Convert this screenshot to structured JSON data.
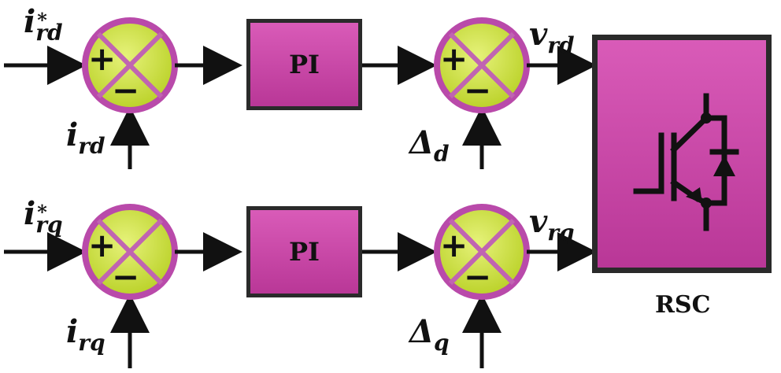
{
  "colors": {
    "block_fill": "#cc44a8",
    "block_border": "#222222",
    "summer_fill": "#cfe23a",
    "summer_ring": "#b94aaa",
    "line": "#111111"
  },
  "rows": [
    {
      "ref_label": {
        "main": "i",
        "sup": "*",
        "sub": "rd"
      },
      "feedback_label": {
        "main": "i",
        "sub": "rd"
      },
      "controller_label": "PI",
      "disturbance_label": {
        "main": "Δ",
        "sub": "d"
      },
      "output_label": {
        "main": "v",
        "sub": "rd"
      },
      "summer1_signs": {
        "plus": "+",
        "minus": "−"
      },
      "summer2_signs": {
        "plus": "+",
        "minus": "−"
      }
    },
    {
      "ref_label": {
        "main": "i",
        "sup": "*",
        "sub": "rq"
      },
      "feedback_label": {
        "main": "i",
        "sub": "rq"
      },
      "controller_label": "PI",
      "disturbance_label": {
        "main": "Δ",
        "sub": "q"
      },
      "output_label": {
        "main": "v",
        "sub": "rq"
      },
      "summer1_signs": {
        "plus": "+",
        "minus": "−"
      },
      "summer2_signs": {
        "plus": "+",
        "minus": "−"
      }
    }
  ],
  "converter": {
    "caption": "RSC",
    "symbol_icon": "igbt-with-diode-icon"
  }
}
